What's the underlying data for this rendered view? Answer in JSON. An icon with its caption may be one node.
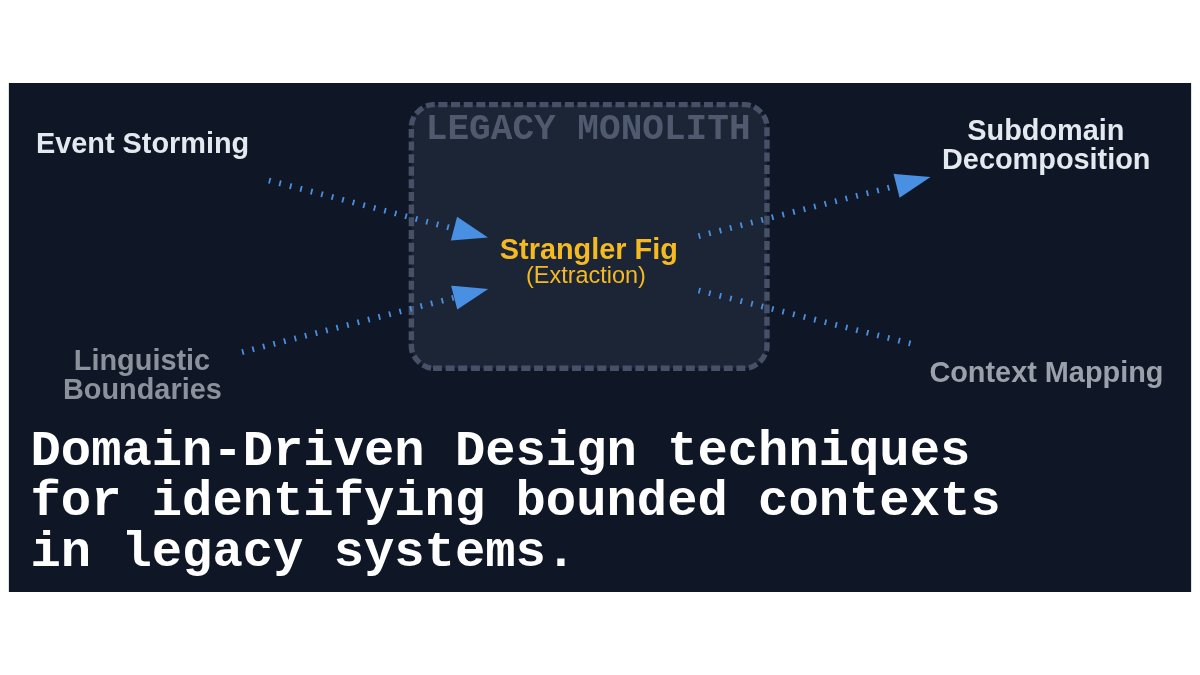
{
  "diagram": {
    "title": "Domain-Driven Design techniques for identifying bounded contexts in legacy systems.",
    "nodes": [
      {
        "text": [
          "Event Storming"
        ]
      },
      {
        "text": [
          "LEGACY MONOLITH"
        ]
      },
      {
        "text": [
          "Subdomain Decomposition"
        ]
      },
      {
        "text": [
          "Strangler Fig",
          "(Extraction)"
        ],
        "in": 1
      },
      {
        "text": [
          "Linguistic Boundaries"
        ]
      },
      {
        "text": [
          "Context Mapping"
        ]
      }
    ],
    "edges": [
      {
        "from": 0,
        "to": 3,
        "arrow": "to"
      },
      {
        "from": 4,
        "to": 3,
        "arrow": "to"
      },
      {
        "from": 3,
        "to": 2,
        "arrow": "to"
      },
      {
        "from": 3,
        "to": 5,
        "arrow": "none"
      }
    ]
  }
}
